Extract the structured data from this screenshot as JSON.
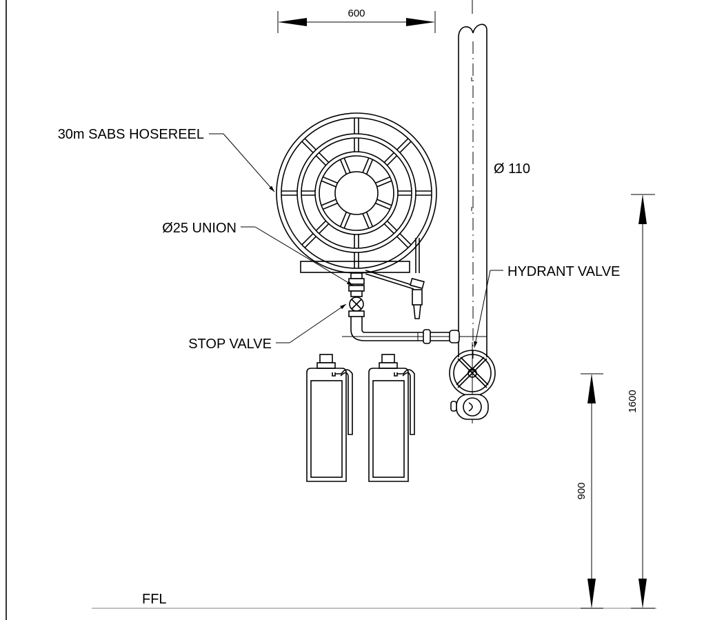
{
  "labels": {
    "hosereel": "30m SABS HOSEREEL",
    "union": "Ø25 UNION",
    "stop_valve": "STOP VALVE",
    "hydrant_valve": "HYDRANT VALVE",
    "pipe_diameter": "Ø 110",
    "floor_level": "FFL"
  },
  "dimensions": {
    "reel_width": "600",
    "hydrant_height": "900",
    "reel_height": "1600"
  }
}
